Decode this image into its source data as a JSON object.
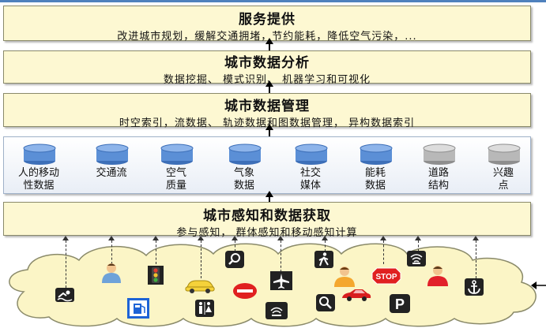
{
  "layers": {
    "service": {
      "title": "服务提供",
      "subtitle": "改进城市规划，缓解交通拥堵，节约能耗，降低空气污染，..."
    },
    "analysis": {
      "title": "城市数据分析",
      "subtitle": "数据挖掘、 模式识别、 机器学习和可视化"
    },
    "management": {
      "title": "城市数据管理",
      "subtitle": "时空索引，流数据、 轨迹数据和图数据管理， 异构数据索引"
    },
    "sensing": {
      "title": "城市感知和数据获取",
      "subtitle": "参与感知， 群体感知和移动感知计算"
    }
  },
  "sources": [
    {
      "line1": "人的移动",
      "line2": "性数据",
      "color": "blue"
    },
    {
      "line1": "交通流",
      "line2": "",
      "color": "blue"
    },
    {
      "line1": "空气",
      "line2": "质量",
      "color": "blue"
    },
    {
      "line1": "气象",
      "line2": "数据",
      "color": "blue"
    },
    {
      "line1": "社交",
      "line2": "媒体",
      "color": "blue"
    },
    {
      "line1": "能耗",
      "line2": "数据",
      "color": "blue"
    },
    {
      "line1": "道路",
      "line2": "结构",
      "color": "gray"
    },
    {
      "line1": "兴趣",
      "line2": "点",
      "color": "gray"
    }
  ],
  "icons": {
    "stop_sign": "STOP",
    "parking": "P",
    "names": [
      "swimmer-icon",
      "user-icon",
      "traffic-light-icon",
      "taxi-icon",
      "search-icon",
      "no-entry-icon",
      "airport-icon",
      "walking-icon",
      "user-icon",
      "stop-sign-icon",
      "user-icon",
      "parking-icon",
      "car-icon",
      "anchor-icon",
      "fuel-icon",
      "restroom-icon",
      "wifi-icon",
      "magnifier-icon",
      "radio-icon"
    ]
  },
  "colors": {
    "layer_fill": "#fdf8d2",
    "db_blue": "#5b8fd6",
    "db_gray": "#b8b8b8",
    "cloud": "#fbf5c6",
    "accent": "#4f81bd"
  }
}
